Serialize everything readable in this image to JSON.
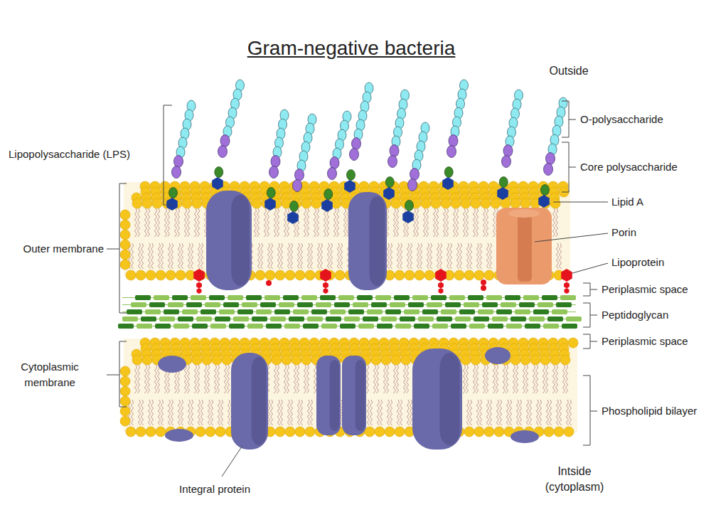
{
  "diagram": {
    "title": "Gram-negative bacteria",
    "labels": [
      "Outside",
      "Lipopolysaccharide (LPS)",
      "O-polysaccharide",
      "Core polysaccharide",
      "Lipid A",
      "Porin",
      "Outer membrane",
      "Lipoprotein",
      "Periplasmic space",
      "Peptidoglycan",
      "Periplasmic space",
      "Cytoplasmic membrane",
      "Phospholipid bilayer",
      "Integral protein",
      "Intside (cytoplasm)"
    ]
  }
}
